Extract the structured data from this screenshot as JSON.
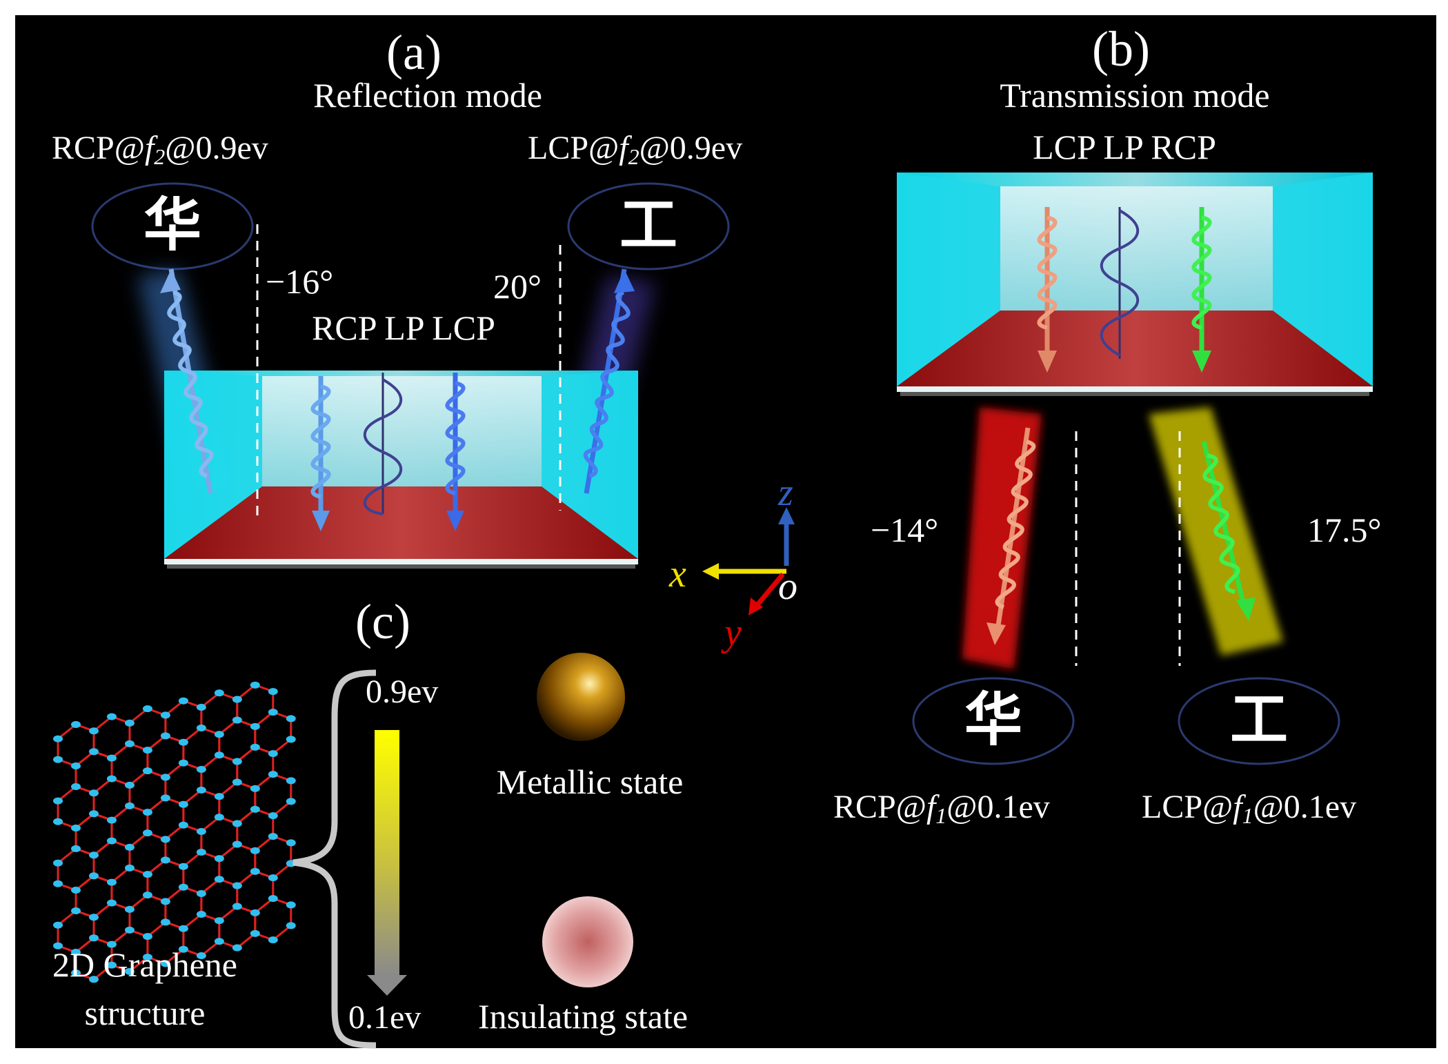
{
  "panel_a": {
    "tag": "(a)",
    "title": "Reflection mode",
    "left_beam": {
      "label_prefix": "RCP@",
      "label_f": "f",
      "label_sub": "2",
      "label_suffix": "@0.9ev",
      "glyph": "华",
      "angle": "−16°"
    },
    "right_beam": {
      "label_prefix": "LCP@",
      "label_f": "f",
      "label_sub": "2",
      "label_suffix": "@0.9ev",
      "glyph": "工",
      "angle": "20°"
    },
    "incident": "RCP LP LCP"
  },
  "panel_b": {
    "tag": "(b)",
    "title": "Transmission mode",
    "incident": "LCP LP RCP",
    "left_beam": {
      "label_prefix": "RCP@",
      "label_f": "f",
      "label_sub": "1",
      "label_suffix": "@0.1ev",
      "glyph": "华",
      "angle": "−14°"
    },
    "right_beam": {
      "label_prefix": "LCP@",
      "label_f": "f",
      "label_sub": "1",
      "label_suffix": "@0.1ev",
      "glyph": "工",
      "angle": "17.5°"
    }
  },
  "axes": {
    "x": "x",
    "y": "y",
    "z": "z",
    "origin": "o"
  },
  "panel_c": {
    "tag": "(c)",
    "structure_label_1": "2D Graphene",
    "structure_label_2": "structure",
    "top_level": "0.9ev",
    "bottom_level": "0.1ev",
    "metallic": "Metallic state",
    "insulating": "Insulating state"
  },
  "colors": {
    "background": "#000000",
    "cyan_box": "#00d8e8",
    "substrate": "#b01010",
    "blue_beam": "#3a78e0",
    "orange_beam": "#e89070",
    "green_beam": "#30e040",
    "red_glow": "#c01010",
    "yellow_glow": "#b8b000",
    "x_axis": "#f0e000",
    "y_axis": "#e00000",
    "z_axis": "#3060c0"
  }
}
